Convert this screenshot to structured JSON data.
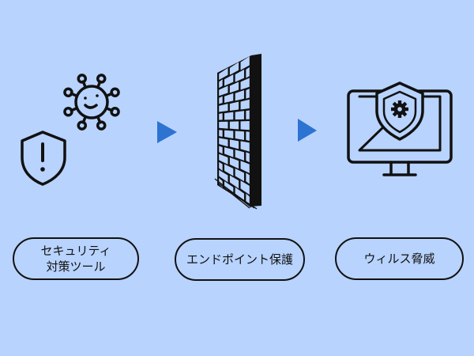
{
  "colors": {
    "background": "#b8d3fd",
    "ink": "#111111",
    "arrow": "#2c73d2"
  },
  "flow": [
    {
      "label": "セキュリティ\n対策ツール",
      "icons": [
        "virus-icon",
        "warning-shield-icon"
      ]
    },
    {
      "label": "エンドポイント保護",
      "icons": [
        "brick-firewall-icon"
      ]
    },
    {
      "label": "ウィルス脅威",
      "icons": [
        "monitor-shield-gear-icon"
      ]
    }
  ],
  "connectors": [
    "arrow-right-icon",
    "arrow-right-icon"
  ]
}
